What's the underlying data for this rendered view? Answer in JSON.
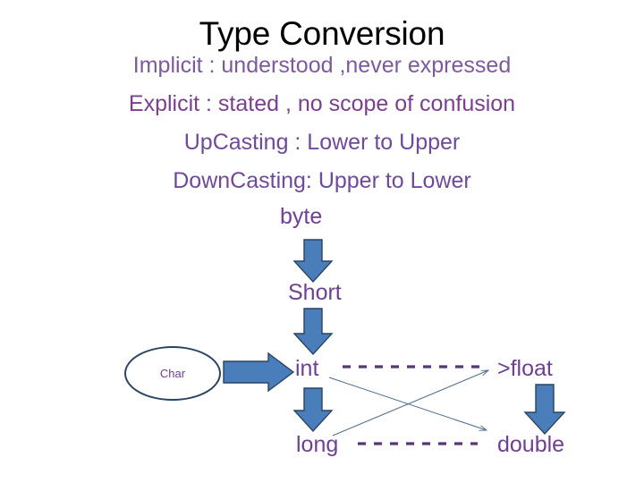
{
  "slide": {
    "title": "Type Conversion",
    "background_color": "#ffffff",
    "title_color": "#000000",
    "accent_purple": "#6f3f93",
    "accent_blue": "#4a7ebb",
    "outline_navy": "#2b4460",
    "bullets": [
      {
        "text": "Implicit : understood ,never expressed",
        "color": "#7d5a9b"
      },
      {
        "text": "Explicit : stated , no scope of confusion",
        "color": "#7a3f8f"
      },
      {
        "text": "UpCasting : Lower to Upper",
        "color": "#6f4a9b"
      },
      {
        "text": "DownCasting: Upper to Lower",
        "color": "#6f4a9b"
      }
    ],
    "diagram": {
      "nodes": {
        "byte": "byte",
        "short": "Short",
        "int": "int",
        "long": "long",
        "float": ">float",
        "double": "double",
        "char": "Char"
      },
      "dashed_connectors": [
        {
          "from": "int",
          "to": "float",
          "glyph": "- - - - - - - - -"
        },
        {
          "from": "long",
          "to": "double",
          "glyph": "- - - - - - - - ->"
        }
      ],
      "block_arrows": [
        {
          "name": "byte-to-short",
          "direction": "down"
        },
        {
          "name": "short-to-int",
          "direction": "down"
        },
        {
          "name": "int-to-long",
          "direction": "down"
        },
        {
          "name": "char-to-int",
          "direction": "right"
        },
        {
          "name": "float-to-double",
          "direction": "down"
        }
      ],
      "thin_arrows": [
        {
          "name": "int-to-double",
          "style": "solid-thin"
        },
        {
          "name": "long-to-float",
          "style": "solid-thin"
        }
      ]
    }
  }
}
